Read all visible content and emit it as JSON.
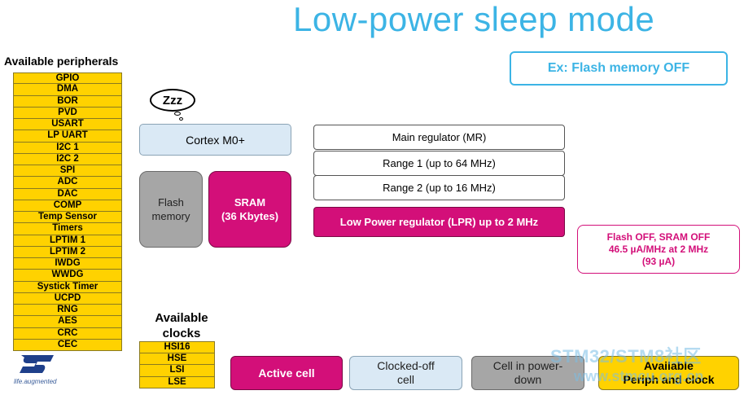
{
  "title": "Low-power sleep mode",
  "example_box": "Ex: Flash memory OFF",
  "peripherals": {
    "title": "Available peripherals",
    "items": [
      "GPIO",
      "DMA",
      "BOR",
      "PVD",
      "USART",
      "LP UART",
      "I2C 1",
      "I2C 2",
      "SPI",
      "ADC",
      "DAC",
      "COMP",
      "Temp Sensor",
      "Timers",
      "LPTIM 1",
      "LPTIM 2",
      "IWDG",
      "WWDG",
      "Systick Timer",
      "UCPD",
      "RNG",
      "AES",
      "CRC",
      "CEC"
    ]
  },
  "sleep_bubble": "Zzz",
  "core": {
    "cortex": "Cortex M0+",
    "flash_line1": "Flash",
    "flash_line2": "memory",
    "sram_line1": "SRAM",
    "sram_line2": "(36 Kbytes)"
  },
  "regulators": {
    "main": "Main regulator (MR)",
    "range1": "Range 1 (up to 64 MHz)",
    "range2": "Range 2 (up to 16 MHz)",
    "lpr": "Low Power regulator (LPR) up to 2 MHz"
  },
  "spec": {
    "line1": "Flash OFF, SRAM OFF",
    "line2": "46.5 µA/MHz at 2 MHz",
    "line3": "(93 µA)"
  },
  "clocks": {
    "title_line1": "Available",
    "title_line2": "clocks",
    "items": [
      "HSI16",
      "HSE",
      "LSI",
      "LSE"
    ]
  },
  "legend": {
    "active": "Active cell",
    "clocked_line1": "Clocked-off",
    "clocked_line2": "cell",
    "power_line1": "Cell in power-",
    "power_line2": "down",
    "avail_line1": "Available",
    "avail_line2": "Periph and clock"
  },
  "logo": {
    "tagline": "life.augmented"
  },
  "watermark": {
    "line1": "STM32/STM8社区",
    "line2": "www.stmcu.org.cn"
  },
  "colors": {
    "title_blue": "#3cb4e5",
    "magenta": "#d30f79",
    "yellow": "#ffd200",
    "light_blue": "#dae9f5",
    "gray": "#a6a6a6"
  }
}
